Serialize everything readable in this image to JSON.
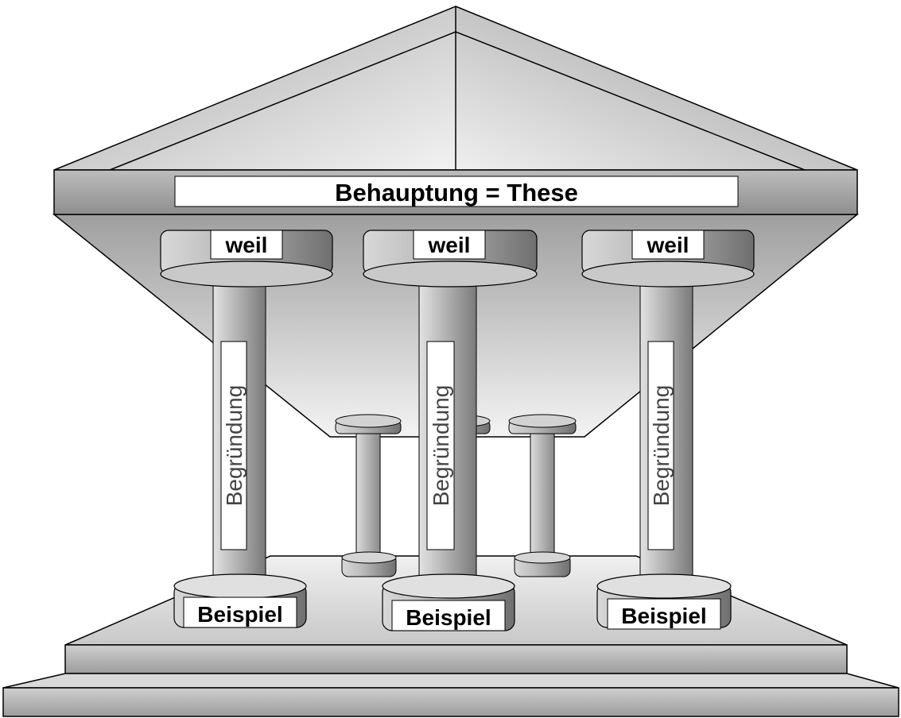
{
  "diagram": {
    "roof_label": "Behauptung = These",
    "pillars": [
      {
        "capital_label": "weil",
        "shaft_label": "Begründung",
        "base_label": "Beispiel"
      },
      {
        "capital_label": "weil",
        "shaft_label": "Begründung",
        "base_label": "Beispiel"
      },
      {
        "capital_label": "weil",
        "shaft_label": "Begründung",
        "base_label": "Beispiel"
      }
    ]
  }
}
